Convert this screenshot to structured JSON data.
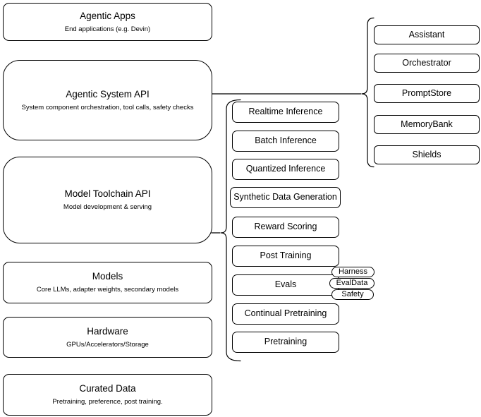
{
  "diagram": {
    "title": "Agentic system stack diagram",
    "colors": {
      "stroke": "#000000",
      "fill": "#ffffff",
      "text": "#000000",
      "background": "#ffffff"
    },
    "left_column": {
      "nodes": [
        {
          "title": "Agentic Apps",
          "subtitle": "End applications (e.g. Devin)"
        },
        {
          "title": "Agentic System API",
          "subtitle": "System component orchestration, tool calls, safety checks"
        },
        {
          "title": "Model Toolchain API",
          "subtitle": "Model development & serving"
        },
        {
          "title": "Models",
          "subtitle": "Core LLMs, adapter weights, secondary models"
        },
        {
          "title": "Hardware",
          "subtitle": "GPUs/Accelerators/Storage"
        },
        {
          "title": "Curated Data",
          "subtitle": "Pretraining, preference, post training."
        }
      ]
    },
    "toolchain_group": {
      "items": [
        "Realtime Inference",
        "Batch Inference",
        "Quantized Inference",
        "Synthetic Data Generation",
        "Reward Scoring",
        "Post Training",
        "Evals",
        "Continual Pretraining",
        "Pretraining"
      ],
      "eval_tags": [
        "Harness",
        "EvalData",
        "Safety"
      ]
    },
    "system_components_group": {
      "items": [
        "Assistant",
        "Orchestrator",
        "PromptStore",
        "MemoryBank",
        "Shields"
      ]
    }
  }
}
